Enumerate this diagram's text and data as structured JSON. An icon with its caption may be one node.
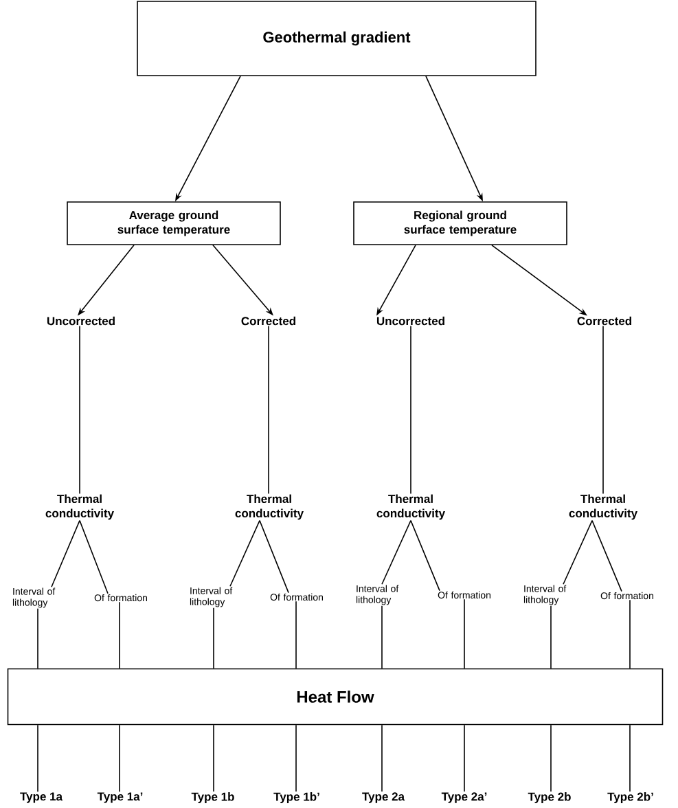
{
  "diagram": {
    "nodes": [
      {
        "text": [
          "Geothermal gradient"
        ]
      },
      {
        "text": [
          "Average ground surface temperature"
        ]
      },
      {
        "text": [
          "Regional ground surface temperature"
        ]
      },
      {
        "text": [
          "Uncorrected"
        ]
      },
      {
        "text": [
          "Corrected"
        ]
      },
      {
        "text": [
          "Uncorrected"
        ]
      },
      {
        "text": [
          "Corrected"
        ]
      },
      {
        "text": [
          "Thermal conductivity"
        ]
      },
      {
        "text": [
          "Thermal conductivity"
        ]
      },
      {
        "text": [
          "Thermal conductivity"
        ]
      },
      {
        "text": [
          "Thermal conductivity"
        ]
      },
      {
        "text": [
          "Interval of lithology"
        ]
      },
      {
        "text": [
          "Of formation"
        ]
      },
      {
        "text": [
          "Interval of lithology"
        ]
      },
      {
        "text": [
          "Of formation"
        ]
      },
      {
        "text": [
          "Interval of lithology"
        ]
      },
      {
        "text": [
          "Of formation"
        ]
      },
      {
        "text": [
          "Interval of lithology"
        ]
      },
      {
        "text": [
          "Of formation"
        ]
      },
      {
        "text": [
          "Heat Flow"
        ]
      },
      {
        "text": [
          "Type 1a"
        ]
      },
      {
        "text": [
          "Type 1a’"
        ]
      },
      {
        "text": [
          "Type 1b"
        ]
      },
      {
        "text": [
          "Type 1b’"
        ]
      },
      {
        "text": [
          "Type 2a"
        ]
      },
      {
        "text": [
          "Type 2a’"
        ]
      },
      {
        "text": [
          "Type 2b"
        ]
      },
      {
        "text": [
          "Type 2b’"
        ]
      }
    ],
    "edges": [
      {
        "from": 0,
        "to": 1,
        "arrow": "to"
      },
      {
        "from": 0,
        "to": 2,
        "arrow": "to"
      },
      {
        "from": 1,
        "to": 3,
        "arrow": "to"
      },
      {
        "from": 1,
        "to": 4,
        "arrow": "to"
      },
      {
        "from": 2,
        "to": 5,
        "arrow": "to"
      },
      {
        "from": 2,
        "to": 6,
        "arrow": "to"
      },
      {
        "from": 3,
        "to": 7,
        "arrow": "none"
      },
      {
        "from": 4,
        "to": 8,
        "arrow": "none"
      },
      {
        "from": 5,
        "to": 9,
        "arrow": "none"
      },
      {
        "from": 6,
        "to": 10,
        "arrow": "none"
      },
      {
        "from": 7,
        "to": 11,
        "arrow": "none"
      },
      {
        "from": 7,
        "to": 12,
        "arrow": "none"
      },
      {
        "from": 8,
        "to": 13,
        "arrow": "none"
      },
      {
        "from": 8,
        "to": 14,
        "arrow": "none"
      },
      {
        "from": 9,
        "to": 15,
        "arrow": "none"
      },
      {
        "from": 9,
        "to": 16,
        "arrow": "none"
      },
      {
        "from": 10,
        "to": 17,
        "arrow": "none"
      },
      {
        "from": 10,
        "to": 18,
        "arrow": "none"
      },
      {
        "from": 11,
        "to": 19,
        "arrow": "none"
      },
      {
        "from": 12,
        "to": 19,
        "arrow": "none"
      },
      {
        "from": 13,
        "to": 19,
        "arrow": "none"
      },
      {
        "from": 14,
        "to": 19,
        "arrow": "none"
      },
      {
        "from": 15,
        "to": 19,
        "arrow": "none"
      },
      {
        "from": 16,
        "to": 19,
        "arrow": "none"
      },
      {
        "from": 17,
        "to": 19,
        "arrow": "none"
      },
      {
        "from": 18,
        "to": 19,
        "arrow": "none"
      },
      {
        "from": 19,
        "to": 20,
        "arrow": "none"
      },
      {
        "from": 19,
        "to": 21,
        "arrow": "none"
      },
      {
        "from": 19,
        "to": 22,
        "arrow": "none"
      },
      {
        "from": 19,
        "to": 23,
        "arrow": "none"
      },
      {
        "from": 19,
        "to": 24,
        "arrow": "none"
      },
      {
        "from": 19,
        "to": 25,
        "arrow": "none"
      },
      {
        "from": 19,
        "to": 26,
        "arrow": "none"
      },
      {
        "from": 19,
        "to": 27,
        "arrow": "none"
      }
    ]
  }
}
